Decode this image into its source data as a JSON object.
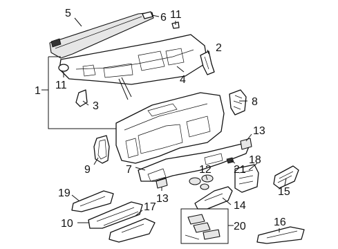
{
  "diagram": {
    "callouts": [
      {
        "id": "c1",
        "text": "1"
      },
      {
        "id": "c2",
        "text": "2"
      },
      {
        "id": "c3",
        "text": "3"
      },
      {
        "id": "c4",
        "text": "4"
      },
      {
        "id": "c5",
        "text": "5"
      },
      {
        "id": "c6",
        "text": "6"
      },
      {
        "id": "c7",
        "text": "7"
      },
      {
        "id": "c8",
        "text": "8"
      },
      {
        "id": "c9",
        "text": "9"
      },
      {
        "id": "c10",
        "text": "10"
      },
      {
        "id": "c11a",
        "text": "11"
      },
      {
        "id": "c11b",
        "text": "11"
      },
      {
        "id": "c12",
        "text": "12"
      },
      {
        "id": "c13a",
        "text": "13"
      },
      {
        "id": "c13b",
        "text": "13"
      },
      {
        "id": "c14",
        "text": "14"
      },
      {
        "id": "c15",
        "text": "15"
      },
      {
        "id": "c16",
        "text": "16"
      },
      {
        "id": "c17",
        "text": "17"
      },
      {
        "id": "c18",
        "text": "18"
      },
      {
        "id": "c19",
        "text": "19"
      },
      {
        "id": "c20",
        "text": "20"
      },
      {
        "id": "c21",
        "text": "21"
      }
    ]
  }
}
